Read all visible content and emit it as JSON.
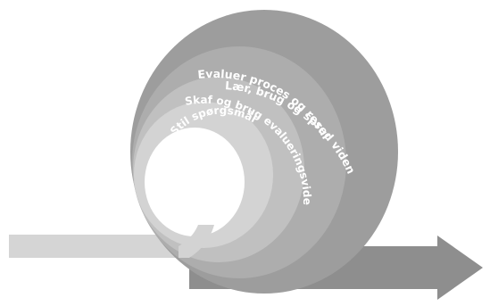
{
  "diagram": {
    "colors": {
      "background": "#ffffff",
      "outer_band": "#9d9d9d",
      "third_band": "#adadad",
      "second_band": "#c0c0c0",
      "inner_band": "#d3d3d3",
      "arrow": "#8e8e8e",
      "arrow_start": "#d5d5d5",
      "hole": "#ffffff",
      "text": "#ffffff"
    },
    "stages": [
      {
        "label": "Lær, brug og spred viden"
      },
      {
        "label": "Evaluer proces og resultat"
      },
      {
        "label": "Skaf og brug evalueringsviden"
      },
      {
        "label": "Stil spørgsmål"
      }
    ]
  }
}
